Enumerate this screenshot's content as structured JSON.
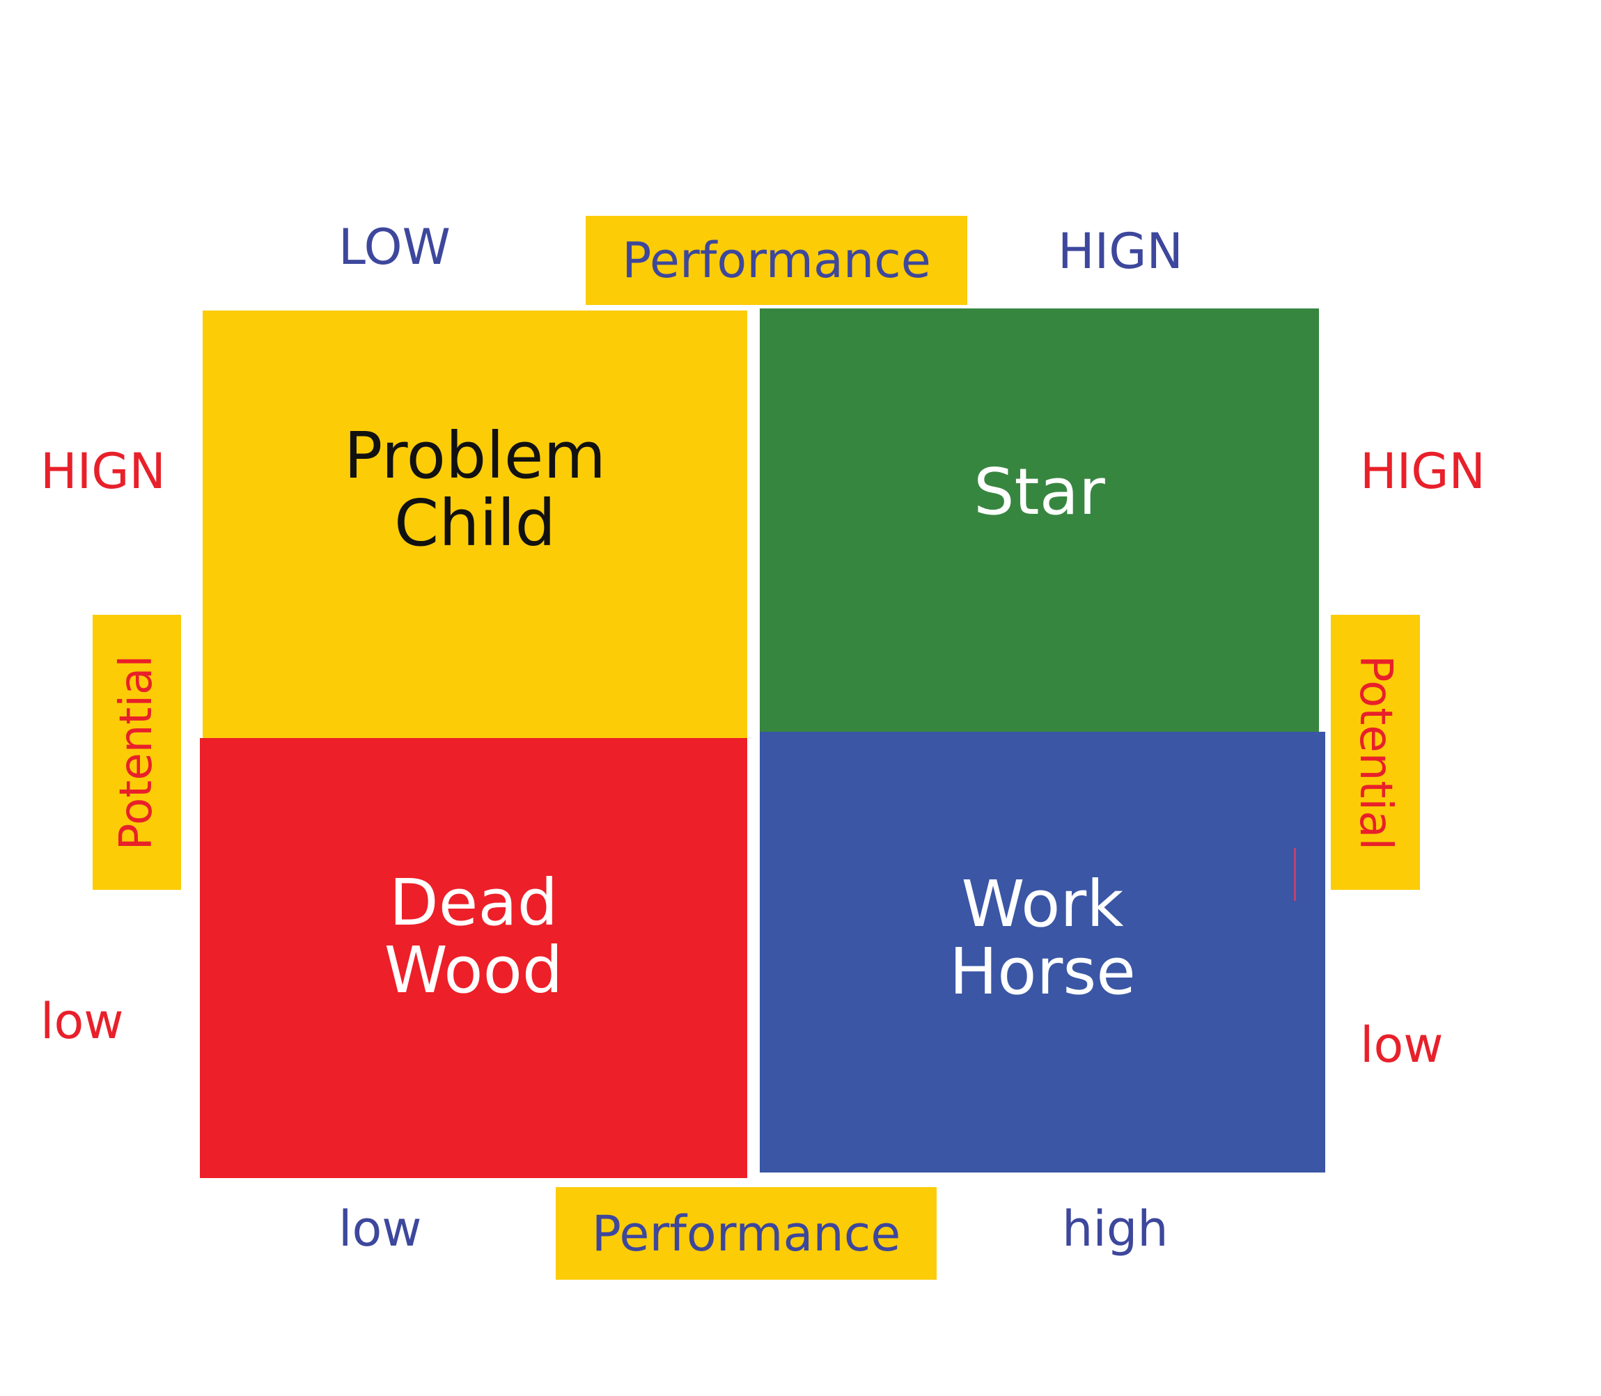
{
  "colors": {
    "label_blue": "#3d479c",
    "label_red": "#e8202a",
    "tag_yellow": "#fccc07",
    "problem_child_fill": "#fccc07",
    "star_fill": "#378640",
    "dead_wood_fill": "#ed1f28",
    "work_horse_fill": "#3a56a5",
    "dark_text": "#111111",
    "light_text": "#ffffff",
    "stray_mark": "#c2416b"
  },
  "axis": {
    "top_low": "LOW",
    "top_title": "Performance",
    "top_high": "HIGN",
    "left_high": "HIGN",
    "right_high": "HIGN",
    "left_title": "Potential",
    "right_title": "Potential",
    "left_low": "low",
    "right_low": "low",
    "bottom_low": "low",
    "bottom_title": "Performance",
    "bottom_high": "high"
  },
  "quadrants": {
    "top_left": {
      "line1": "Problem",
      "line2": "Child"
    },
    "top_right": {
      "line1": "Star"
    },
    "bottom_left": {
      "line1": "Dead",
      "line2": "Wood"
    },
    "bottom_right": {
      "line1": "Work",
      "line2": "Horse"
    }
  }
}
